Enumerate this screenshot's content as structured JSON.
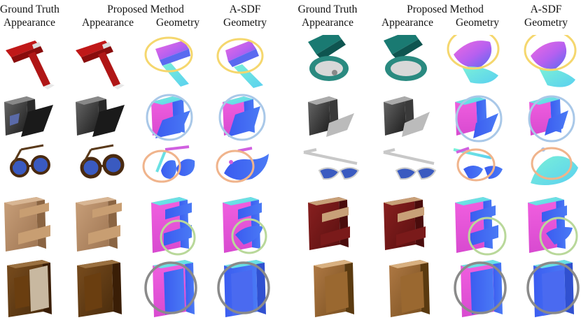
{
  "header": {
    "left": {
      "gt_line1": "Ground Truth",
      "gt_line2": "Appearance",
      "proposed_title": "Proposed Method",
      "appearance": "Appearance",
      "geometry": "Geometry",
      "asdf_title": "A-SDF",
      "asdf_geometry": "Geometry"
    },
    "right": {
      "gt_line1": "Ground Truth",
      "gt_line2": "Appearance",
      "proposed_title": "Proposed Method",
      "appearance": "Appearance",
      "geometry": "Geometry",
      "asdf_title": "A-SDF",
      "asdf_geometry": "Geometry"
    }
  },
  "rows": [
    {
      "left_object": "stapler",
      "right_object": "stapler-teal",
      "highlight": "#f5d76e"
    },
    {
      "left_object": "dishwasher",
      "right_object": "dishwasher-silver",
      "highlight": "#a9c8e8"
    },
    {
      "left_object": "eyeglasses",
      "right_object": "eyeglasses-silver",
      "highlight": "#f0b48c"
    },
    {
      "left_object": "drawer-cabinet",
      "right_object": "drawer-cabinet-red",
      "highlight": "#b9d89a"
    },
    {
      "left_object": "door-cabinet",
      "right_object": "door-cabinet-light",
      "highlight": "#8a8a8a"
    }
  ],
  "colors": {
    "normal_magenta": "#e04fd0",
    "normal_blue": "#3a55e0",
    "normal_cyan": "#4fe0c8"
  }
}
